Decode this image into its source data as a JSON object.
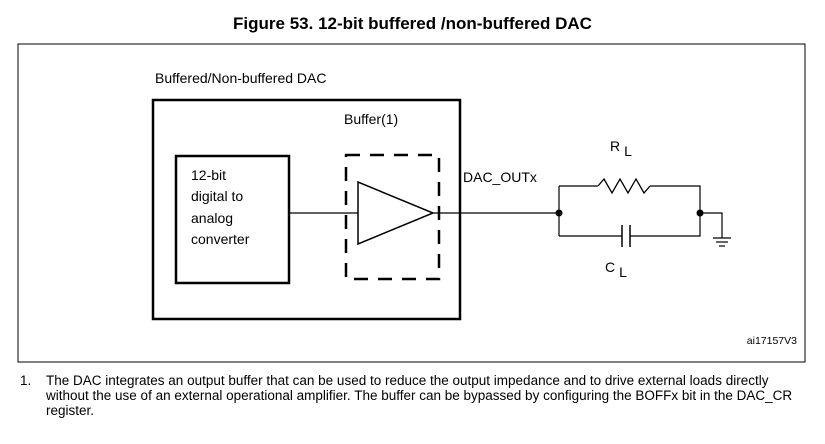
{
  "figure": {
    "title": "Figure 53. 12-bit buffered /non-buffered DAC"
  },
  "diagram": {
    "outer_label": "Buffered/Non-buffered DAC",
    "buffer_label": "Buffer(1)",
    "converter_lines": [
      "12-bit",
      "digital to",
      "analog",
      "converter"
    ],
    "output_label": "DAC_OUTx",
    "resistor_label_main": "R",
    "resistor_label_sub": "L",
    "capacitor_label_main": "C",
    "capacitor_label_sub": "L",
    "reference_id": "ai17157V3"
  },
  "footnote": {
    "number": "1.",
    "text": "The DAC integrates an output buffer that can be used to reduce the output impedance and to drive external loads directly without the use of an external operational amplifier. The buffer can be bypassed by configuring the BOFFx bit in the DAC_CR register."
  }
}
